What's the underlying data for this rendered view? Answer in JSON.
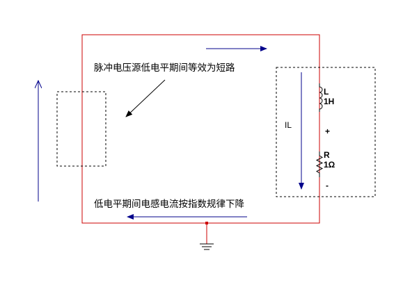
{
  "annotations": {
    "source_short": "脉冲电压源低电平期间等效为短路",
    "inductor_decay": "低电平期间电感电流按指数规律下降"
  },
  "components": {
    "inductor": {
      "name": "L",
      "value": "1H"
    },
    "resistor": {
      "name": "R",
      "value": "1Ω"
    }
  },
  "labels": {
    "current": "IL",
    "plus": "+",
    "minus": "-"
  },
  "colors": {
    "loop": "#cc0000",
    "arrow": "#00008b",
    "dashed": "#000000",
    "component": "#000000"
  }
}
